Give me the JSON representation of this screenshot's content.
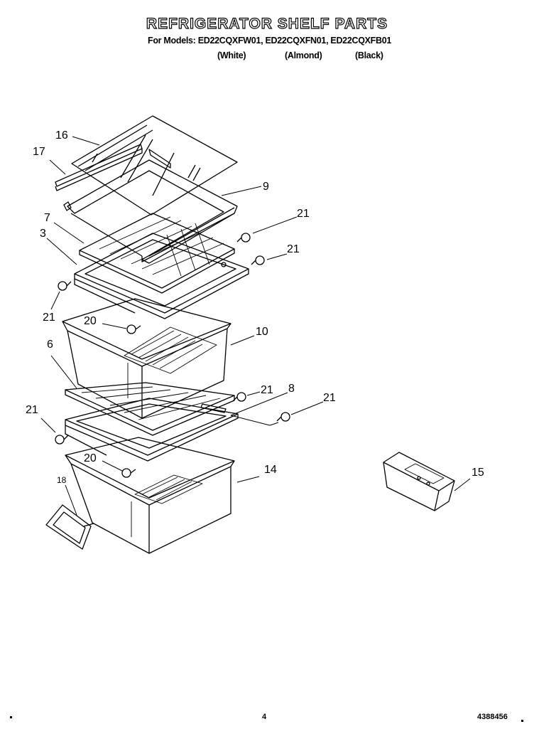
{
  "header": {
    "title": "REFRIGERATOR SHELF PARTS",
    "models_line": "For Models: ED22CQXFW01, ED22CQXFN01, ED22CQXFB01",
    "variants": [
      "(White)",
      "(Almond)",
      "(Black)"
    ]
  },
  "callouts": {
    "c16": "16",
    "c17": "17",
    "c9": "9",
    "c7": "7",
    "c3": "3",
    "c21a": "21",
    "c21b": "21",
    "c21c": "21",
    "c20a": "20",
    "c10": "10",
    "c6": "6",
    "c21d": "21",
    "c8": "8",
    "c21e": "21",
    "c21f": "21",
    "c20b": "20",
    "c14": "14",
    "c18": "18",
    "c15": "15"
  },
  "footer": {
    "page_number": "4",
    "document_number": "4388456"
  }
}
